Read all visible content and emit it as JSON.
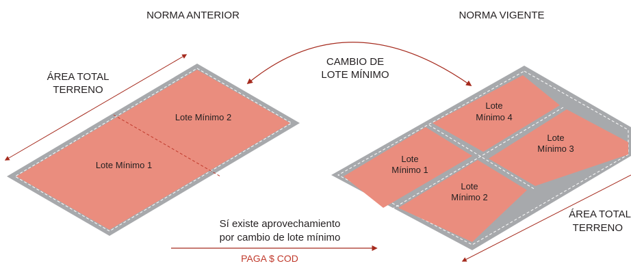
{
  "headings": {
    "left": "NORMA ANTERIOR",
    "right": "NORMA VIGENTE"
  },
  "change_label": [
    "CAMBIO DE",
    "LOTE MÍNIMO"
  ],
  "left_area_label": [
    "ÁREA TOTAL",
    "TERRENO"
  ],
  "right_area_label": [
    "ÁREA TOTAL",
    "TERRENO"
  ],
  "left_lots": [
    "Lote Mínimo 1",
    "Lote Mínimo 2"
  ],
  "right_lots": {
    "lot1": [
      "Lote",
      "Mínimo 1"
    ],
    "lot2": [
      "Lote",
      "Mínimo 2"
    ],
    "lot3": [
      "Lote",
      "Mínimo 3"
    ],
    "lot4": [
      "Lote",
      "Mínimo 4"
    ]
  },
  "note": [
    "Sí existe aprovechamiento",
    "por cambio de lote mínimo"
  ],
  "pay_label": "PAGA  $ COD",
  "colors": {
    "lot_fill": "#ea8d7e",
    "border_gray": "#a7a9ac",
    "arrow_red": "#a52a1d",
    "dashed_red": "#c0392b",
    "text": "#231f20"
  }
}
